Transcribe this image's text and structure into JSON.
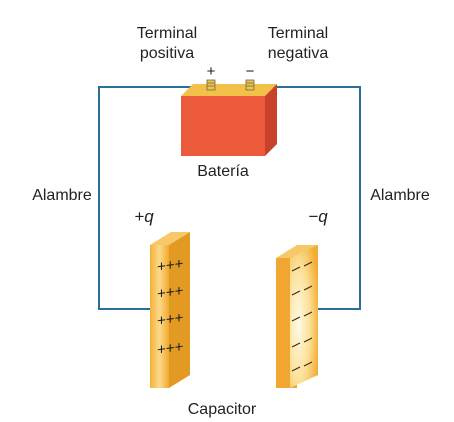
{
  "labels": {
    "positive_terminal": [
      "Terminal",
      "positiva"
    ],
    "negative_terminal": [
      "Terminal",
      "negativa"
    ],
    "plus_sign": "+",
    "minus_sign": "−",
    "battery": "Batería",
    "wire_left": "Alambre",
    "wire_right": "Alambre",
    "charge_positive": "+q",
    "charge_negative": "−q",
    "capacitor": "Capacitor",
    "plate_positive_marks": "+++",
    "plate_negative_marks": "—"
  },
  "colors": {
    "wire": "#2a6f96",
    "battery_front": "#ec5a3c",
    "battery_top": "#f3c04a",
    "battery_side": "#c8412b",
    "plate_light": "#fde9a6",
    "plate_mid": "#f6b93f",
    "plate_dark": "#e39a22"
  }
}
